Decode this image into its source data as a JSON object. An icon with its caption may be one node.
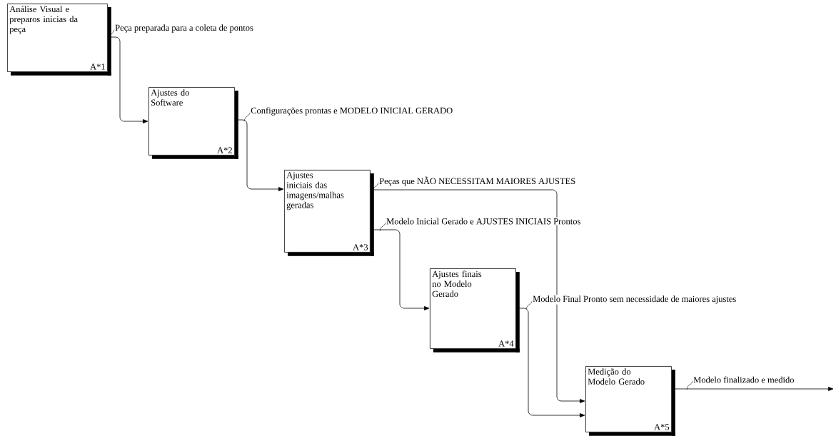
{
  "diagram": {
    "nodes": [
      {
        "text": [
          "Análise Visual e preparos inicias da peça",
          "A*1"
        ]
      },
      {
        "text": [
          "Ajustes do Software",
          "A*2"
        ]
      },
      {
        "text": [
          "Ajustes iniciais das imagens/malhas geradas",
          "A*3"
        ]
      },
      {
        "text": [
          "Ajustes finais no Modelo Gerado",
          "A*4"
        ]
      },
      {
        "text": [
          "Medição do Modelo Gerado",
          "A*5"
        ]
      }
    ],
    "edges": [
      {
        "from": 0,
        "to": 1,
        "arrow": "to",
        "label": "Peça preparada para a coleta de pontos"
      },
      {
        "from": 1,
        "to": 2,
        "arrow": "to",
        "label": "Configurações prontas e MODELO INICIAL GERADO"
      },
      {
        "from": 2,
        "to": 4,
        "arrow": "to",
        "label": "Peças que NÃO NECESSITAM MAIORES AJUSTES"
      },
      {
        "from": 2,
        "to": 3,
        "arrow": "to",
        "label": "Modelo Inicial Gerado e AJUSTES INICIAIS Prontos"
      },
      {
        "from": 3,
        "to": 4,
        "arrow": "to",
        "label": "Modelo Final Pronto sem necessidade de maiores ajustes"
      },
      {
        "from": 4,
        "to": null,
        "arrow": "to",
        "label": "Modelo finalizado e medido"
      }
    ]
  }
}
